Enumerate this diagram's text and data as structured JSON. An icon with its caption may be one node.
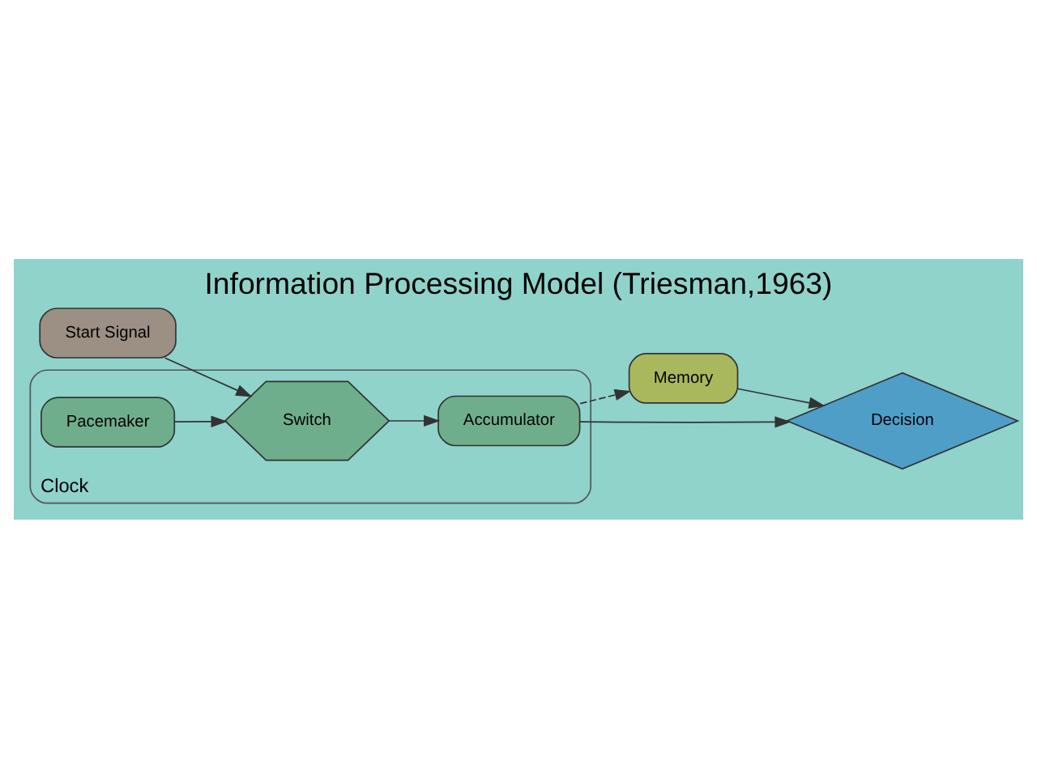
{
  "diagram": {
    "title": "Information Processing Model (Triesman,1963)",
    "nodes": [
      {
        "text": [
          "Start Signal"
        ]
      },
      {
        "text": [
          "Clock"
        ]
      },
      {
        "text": [
          "Pacemaker"
        ],
        "in": 1
      },
      {
        "text": [
          "Switch"
        ],
        "in": 1
      },
      {
        "text": [
          "Accumulator"
        ],
        "in": 1
      },
      {
        "text": [
          "Memory"
        ]
      },
      {
        "text": [
          "Decision"
        ]
      }
    ],
    "edges": [
      {
        "from": 0,
        "to": 3,
        "arrow": "to"
      },
      {
        "from": 2,
        "to": 3,
        "arrow": "to"
      },
      {
        "from": 3,
        "to": 4,
        "arrow": "to"
      },
      {
        "from": 4,
        "to": 5,
        "arrow": "to",
        "style": "dashed"
      },
      {
        "from": 4,
        "to": 6,
        "arrow": "to"
      },
      {
        "from": 5,
        "to": 6,
        "arrow": "to"
      }
    ]
  }
}
